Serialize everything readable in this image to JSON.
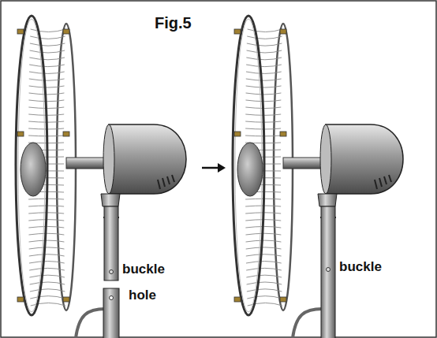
{
  "diagram": {
    "title": "Fig.5",
    "labels": [
      "buckle",
      "hole",
      "buckle"
    ]
  }
}
